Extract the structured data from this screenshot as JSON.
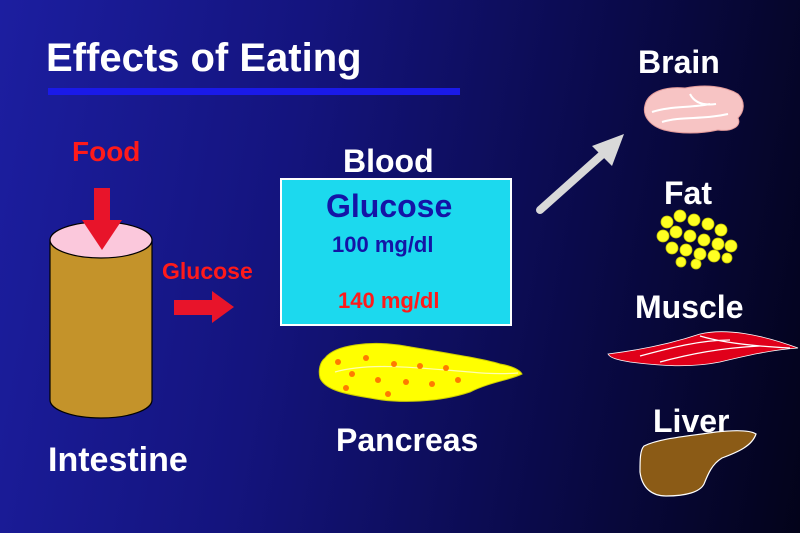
{
  "slide": {
    "title": "Effects of Eating",
    "food_label": "Food",
    "glucose_label": "Glucose",
    "intestine_label": "Intestine",
    "blood_label": "Blood",
    "box": {
      "glucose_label": "Glucose",
      "level_before": "100 mg/dl",
      "level_after": "140 mg/dl"
    },
    "pancreas_label": "Pancreas",
    "organs": [
      "Brain",
      "Fat",
      "Muscle",
      "Liver"
    ]
  },
  "colors": {
    "background": "#14147e",
    "title_rule": "#1a1ae8",
    "red_label": "#ff1a1a",
    "box_fill": "#1cd9ee",
    "box_text": "#1414a6",
    "intestine_body": "#c4932a",
    "pancreas": "#ffff00"
  },
  "icons": [
    "food-down-arrow-icon",
    "glucose-right-arrow-icon",
    "glucose-increase-arrow-icon",
    "distribution-arrow-icon",
    "intestine-cylinder-icon",
    "pancreas-icon",
    "brain-icon",
    "fat-cells-icon",
    "muscle-icon",
    "liver-icon"
  ]
}
